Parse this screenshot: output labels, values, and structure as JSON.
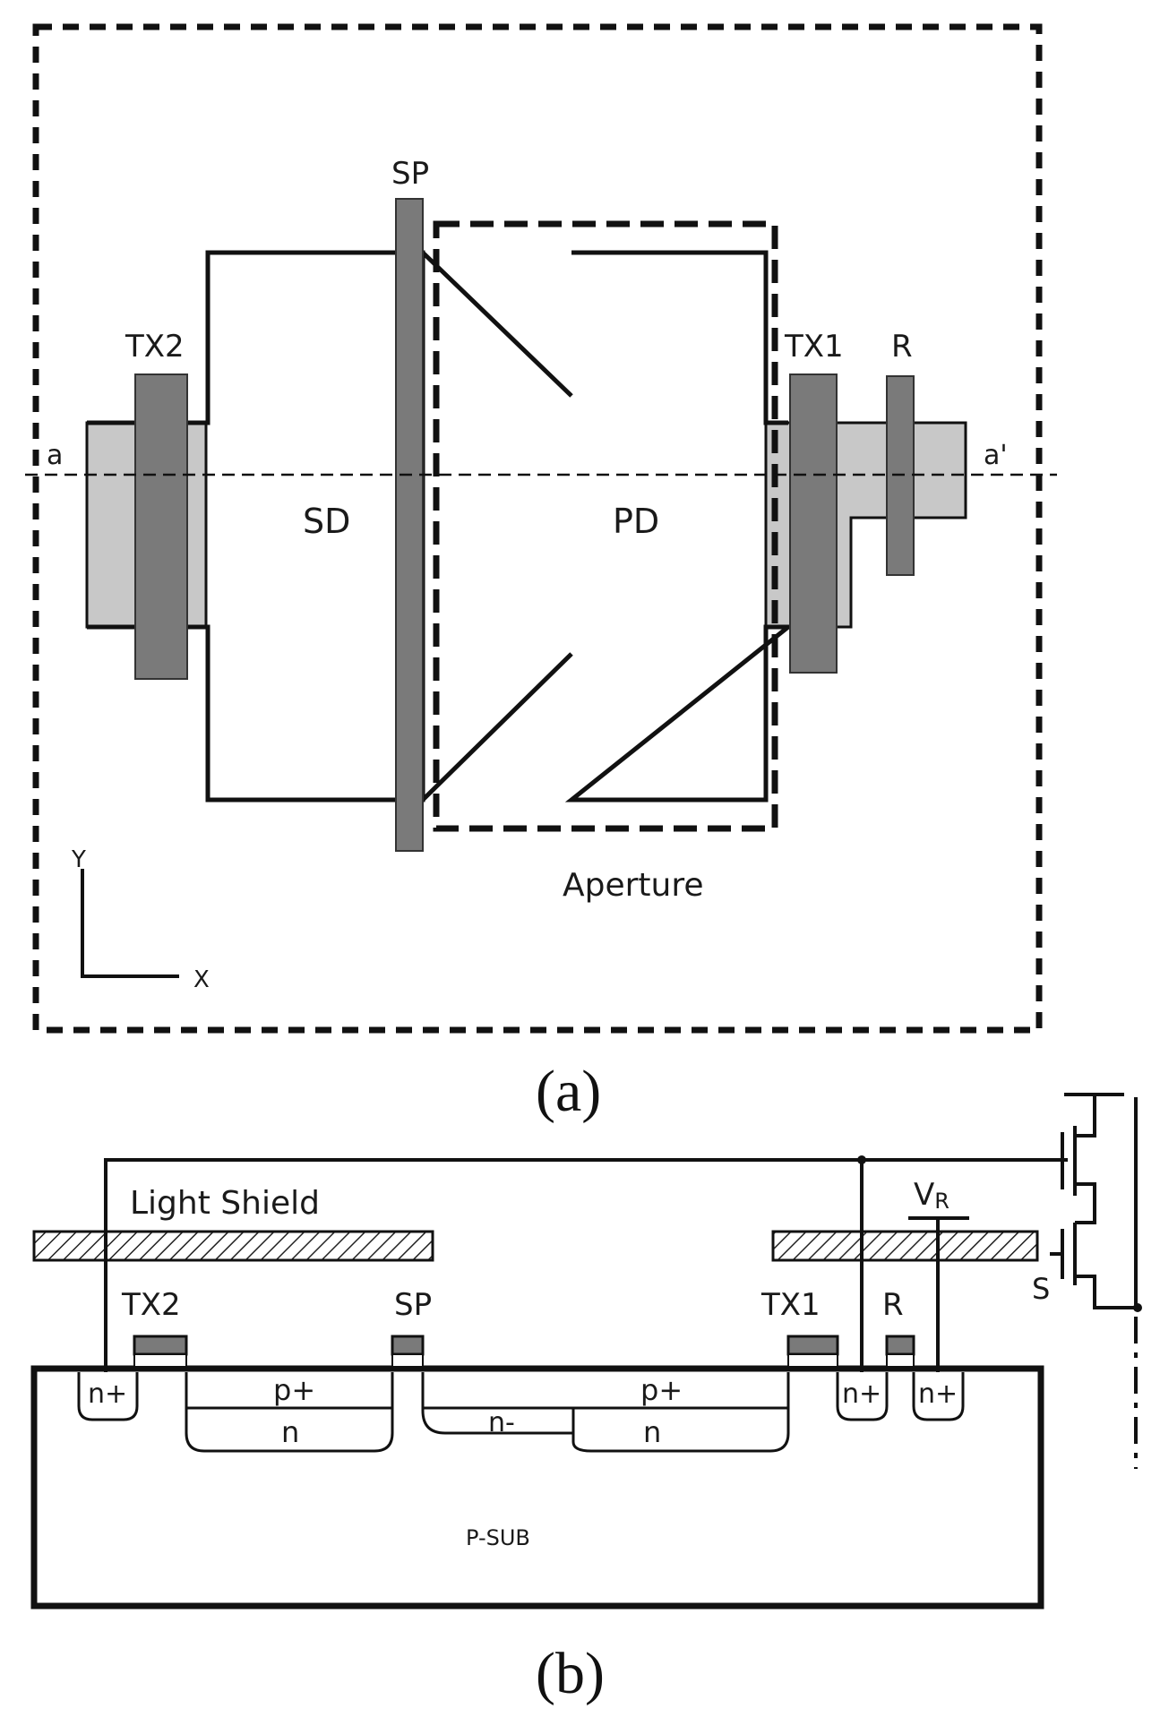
{
  "top_view": {
    "labels": {
      "sp": "SP",
      "tx2": "TX2",
      "tx1": "TX1",
      "r": "R",
      "a": "a",
      "a_prime": "a'",
      "sd": "SD",
      "pd": "PD",
      "aperture": "Aperture",
      "y_axis": "Y",
      "x_axis": "X"
    },
    "caption": "(a)"
  },
  "cross_section": {
    "labels": {
      "light_shield": "Light Shield",
      "vr_main": "V",
      "vr_sub": "R",
      "s": "S",
      "tx2": "TX2",
      "sp": "SP",
      "tx1": "TX1",
      "r": "R",
      "n_plus_left": "n+",
      "n_plus_mid": "n+",
      "n_plus_right": "n+",
      "p_plus_left": "p+",
      "p_plus_right": "p+",
      "n_left": "n",
      "n_minus": "n-",
      "n_right": "n",
      "p_sub": "P-SUB"
    },
    "caption": "(b)"
  },
  "colors": {
    "gate_fill": "#7a7a7a",
    "diffusion_fill": "#c8c8c8",
    "line": "#111111"
  }
}
